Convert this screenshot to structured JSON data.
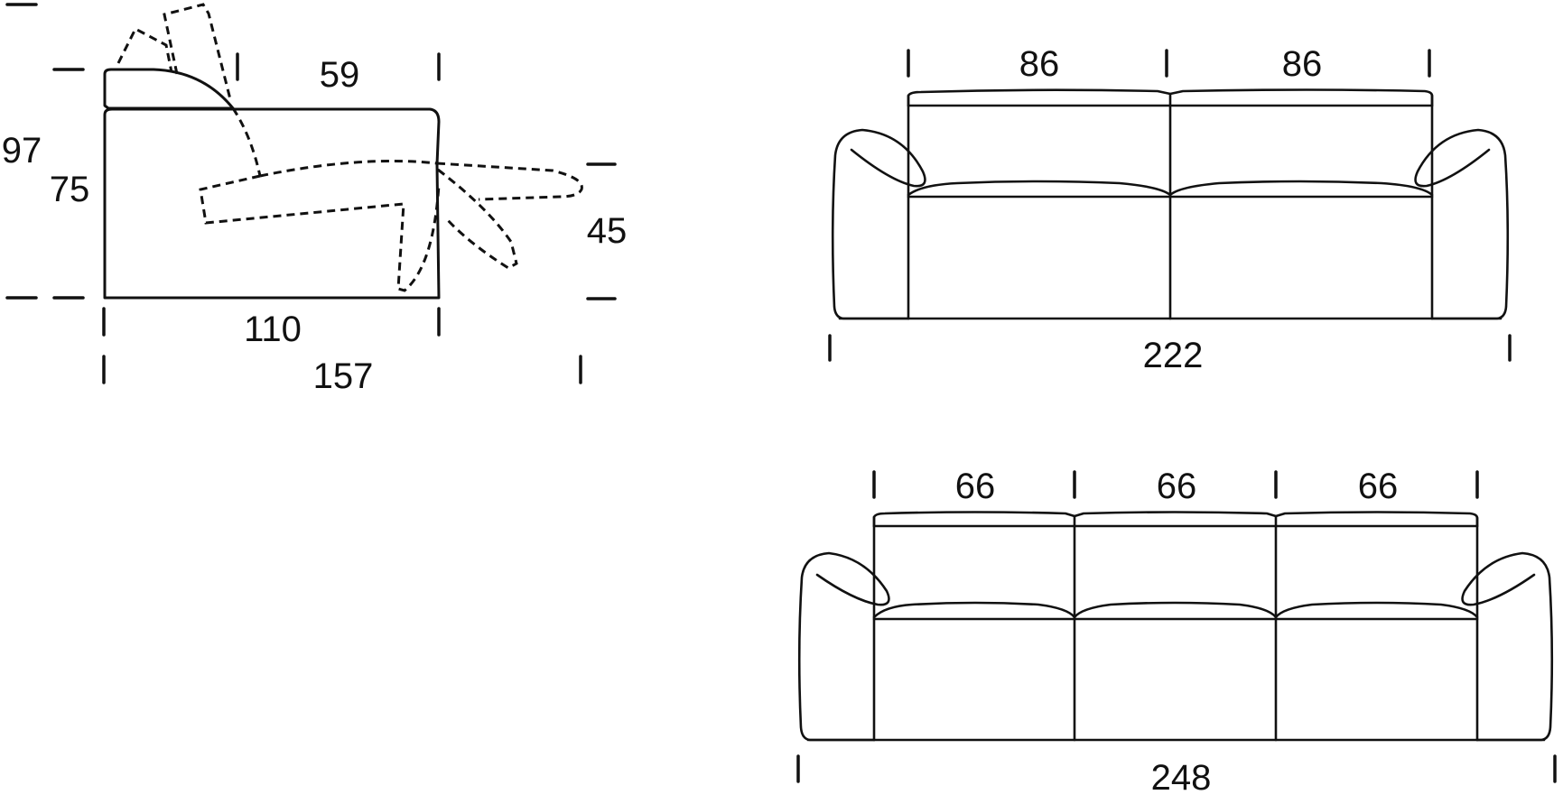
{
  "drawing": {
    "side_view": {
      "dimensions": {
        "overall_height": "97",
        "back_height": "75",
        "seat_depth": "59",
        "depth_closed": "110",
        "depth_reclined": "157",
        "seat_height": "45"
      }
    },
    "sofa_2_seat": {
      "seat_widths": [
        "86",
        "86"
      ],
      "overall_width": "222"
    },
    "sofa_3_seat": {
      "seat_widths": [
        "66",
        "66",
        "66"
      ],
      "overall_width": "248"
    },
    "colors": {
      "line": "#111111",
      "background": "#ffffff"
    }
  }
}
